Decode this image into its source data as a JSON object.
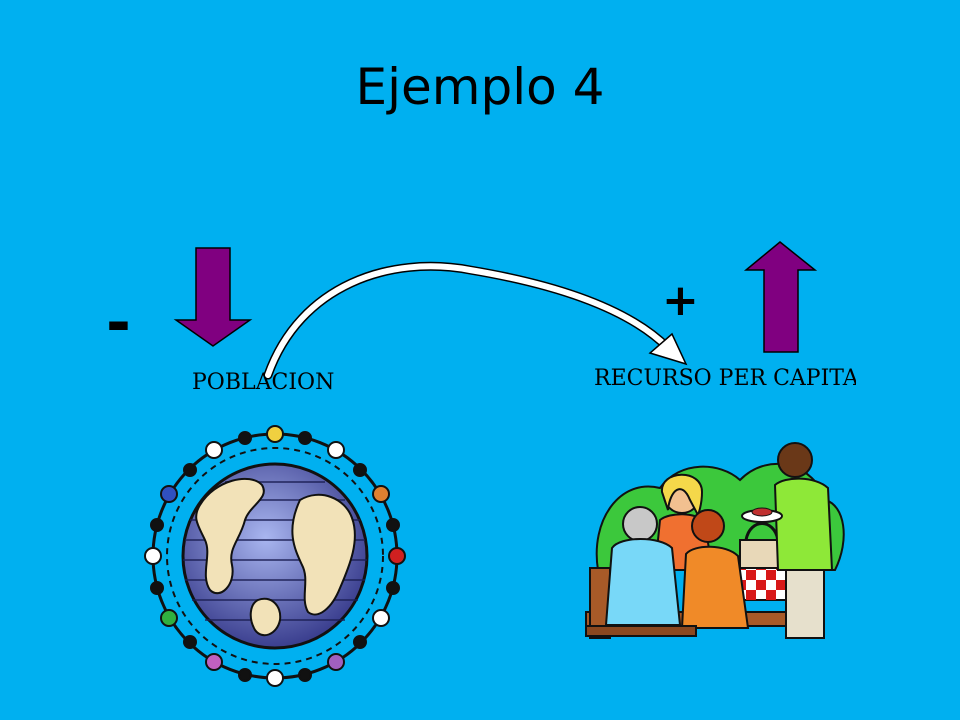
{
  "slide": {
    "title": "Ejemplo 4",
    "minus_sign": "-",
    "plus_sign": "+",
    "population_label": "POBLACION",
    "resource_label": "RECURSO PER CAPITA"
  },
  "colors": {
    "background": "#00b0f0",
    "arrow_fill": "#800080",
    "curve_arrow": "#ffffff"
  },
  "icons": {
    "down_arrow": "down-arrow-icon",
    "up_arrow": "up-arrow-icon",
    "globe": "globe-people-clipart",
    "picnic": "picnic-family-clipart"
  }
}
